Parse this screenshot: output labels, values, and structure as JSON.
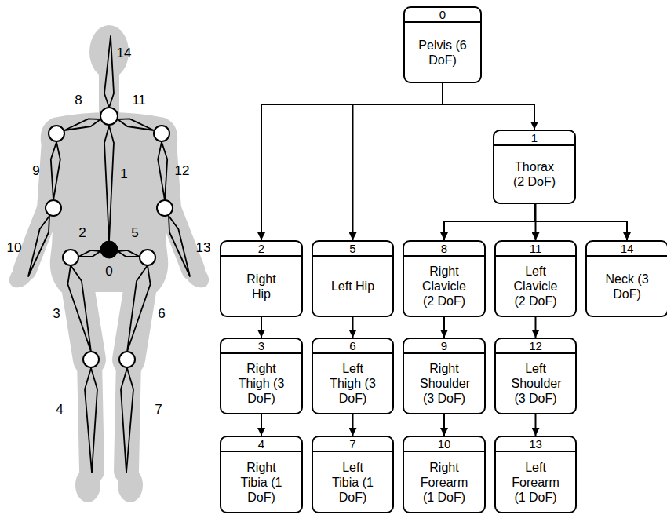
{
  "diagram": {
    "nodes": [
      {
        "text": [
          "0",
          "Pelvis (6 DoF)"
        ]
      },
      {
        "text": [
          "1",
          "Thorax (2 DoF)"
        ]
      },
      {
        "text": [
          "2",
          "Right Hip"
        ]
      },
      {
        "text": [
          "5",
          "Left Hip"
        ]
      },
      {
        "text": [
          "8",
          "Right Clavicle (2 DoF)"
        ]
      },
      {
        "text": [
          "11",
          "Left Clavicle (2 DoF)"
        ]
      },
      {
        "text": [
          "14",
          "Neck (3 DoF)"
        ]
      },
      {
        "text": [
          "3",
          "Right Thigh (3 DoF)"
        ]
      },
      {
        "text": [
          "6",
          "Left Thigh (3 DoF)"
        ]
      },
      {
        "text": [
          "9",
          "Right Shoulder (3 DoF)"
        ]
      },
      {
        "text": [
          "12",
          "Left Shoulder (3 DoF)"
        ]
      },
      {
        "text": [
          "4",
          "Right Tibia (1 DoF)"
        ]
      },
      {
        "text": [
          "7",
          "Left Tibia (1 DoF)"
        ]
      },
      {
        "text": [
          "10",
          "Right Forearm (1 DoF)"
        ]
      },
      {
        "text": [
          "13",
          "Left Forearm (1 DoF)"
        ]
      }
    ],
    "edges": [
      {
        "from": 0,
        "to": 2,
        "arrow": "to"
      },
      {
        "from": 0,
        "to": 3,
        "arrow": "to"
      },
      {
        "from": 0,
        "to": 1,
        "arrow": "to"
      },
      {
        "from": 1,
        "to": 4,
        "arrow": "to"
      },
      {
        "from": 1,
        "to": 5,
        "arrow": "to"
      },
      {
        "from": 1,
        "to": 6,
        "arrow": "to"
      },
      {
        "from": 2,
        "to": 7,
        "arrow": "to"
      },
      {
        "from": 3,
        "to": 8,
        "arrow": "to"
      },
      {
        "from": 4,
        "to": 9,
        "arrow": "to"
      },
      {
        "from": 5,
        "to": 10,
        "arrow": "to"
      },
      {
        "from": 7,
        "to": 11,
        "arrow": "to"
      },
      {
        "from": 8,
        "to": 12,
        "arrow": "to"
      },
      {
        "from": 9,
        "to": 13,
        "arrow": "to"
      },
      {
        "from": 10,
        "to": 14,
        "arrow": "to"
      }
    ],
    "labels": [
      "14",
      "8",
      "11",
      "9",
      "1",
      "12",
      "10",
      "2",
      "5",
      "13",
      "0",
      "3",
      "6",
      "4",
      "7"
    ]
  }
}
